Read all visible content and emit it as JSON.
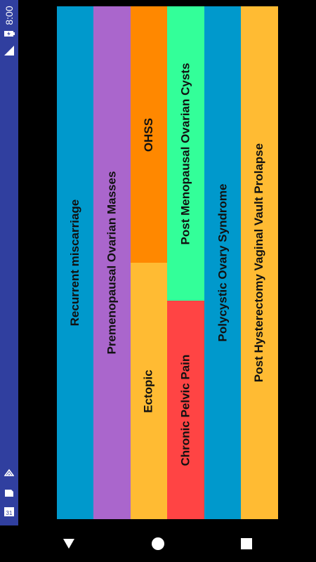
{
  "status_bar": {
    "time": "8:00",
    "network": "LTE",
    "background": "#303F9F",
    "icons": [
      "battery-charging-icon",
      "lte-signal-icon",
      "notification-icon",
      "sd-card-icon",
      "calendar-icon"
    ],
    "calendar_day": "31"
  },
  "tiles": [
    {
      "label": "Recurrent miscarriage",
      "color": "#0099CC"
    },
    {
      "label": "Premenopausal Ovarian Masses",
      "color": "#AA66CC"
    },
    {
      "label": "OHSS",
      "color": "#FF8800"
    },
    {
      "label": "Ectopic",
      "color": "#FFBB33"
    },
    {
      "label": "Post Menopausal Ovarian Cysts",
      "color": "#33FF99"
    },
    {
      "label": "Chronic Pelvic Pain",
      "color": "#FF4444"
    },
    {
      "label": "Polycystic Ovary Syndrome",
      "color": "#0099CC"
    },
    {
      "label": "Post Hysterectomy Vaginal Vault Prolapse",
      "color": "#FFBB33"
    }
  ],
  "nav_bar": {
    "icons": [
      "back-icon",
      "home-icon",
      "recents-icon"
    ]
  }
}
